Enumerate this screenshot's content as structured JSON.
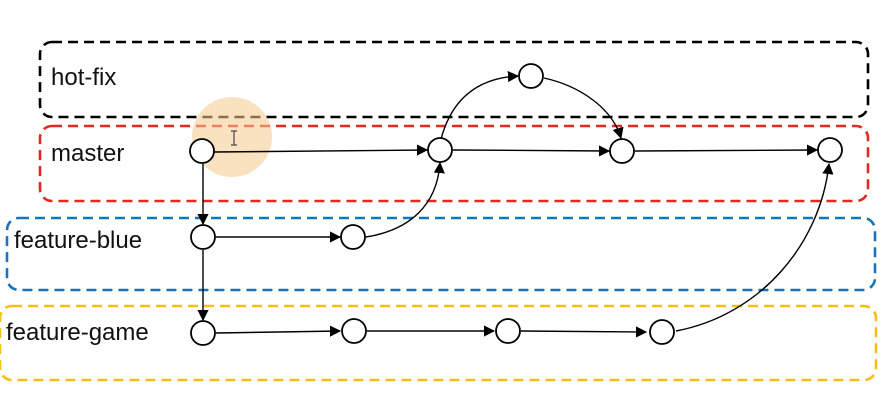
{
  "lanes": [
    {
      "id": "hot-fix",
      "label": "hot-fix",
      "color": "#000000"
    },
    {
      "id": "master",
      "label": "master",
      "color": "#e02a1f"
    },
    {
      "id": "feature-blue",
      "label": "feature-blue",
      "color": "#1a73b8"
    },
    {
      "id": "feature-game",
      "label": "feature-game",
      "color": "#f2c018"
    }
  ],
  "commits": [
    {
      "id": "m1",
      "lane": "master"
    },
    {
      "id": "m2",
      "lane": "master"
    },
    {
      "id": "m3",
      "lane": "master"
    },
    {
      "id": "m4",
      "lane": "master"
    },
    {
      "id": "h1",
      "lane": "hot-fix"
    },
    {
      "id": "b1",
      "lane": "feature-blue"
    },
    {
      "id": "b2",
      "lane": "feature-blue"
    },
    {
      "id": "g1",
      "lane": "feature-game"
    },
    {
      "id": "g2",
      "lane": "feature-game"
    },
    {
      "id": "g3",
      "lane": "feature-game"
    },
    {
      "id": "g4",
      "lane": "feature-game"
    }
  ],
  "edges": [
    {
      "from": "m1",
      "to": "m2"
    },
    {
      "from": "m2",
      "to": "m3"
    },
    {
      "from": "m3",
      "to": "m4"
    },
    {
      "from": "m2",
      "to": "h1"
    },
    {
      "from": "h1",
      "to": "m3"
    },
    {
      "from": "m1",
      "to": "b1"
    },
    {
      "from": "b1",
      "to": "b2"
    },
    {
      "from": "b2",
      "to": "m2"
    },
    {
      "from": "b1",
      "to": "g1"
    },
    {
      "from": "g1",
      "to": "g2"
    },
    {
      "from": "g2",
      "to": "g3"
    },
    {
      "from": "g3",
      "to": "g4"
    },
    {
      "from": "g4",
      "to": "m4"
    }
  ],
  "colors": {
    "highlight": "#f6c98d",
    "arrow": "#000000",
    "node_fill": "#ffffff"
  }
}
